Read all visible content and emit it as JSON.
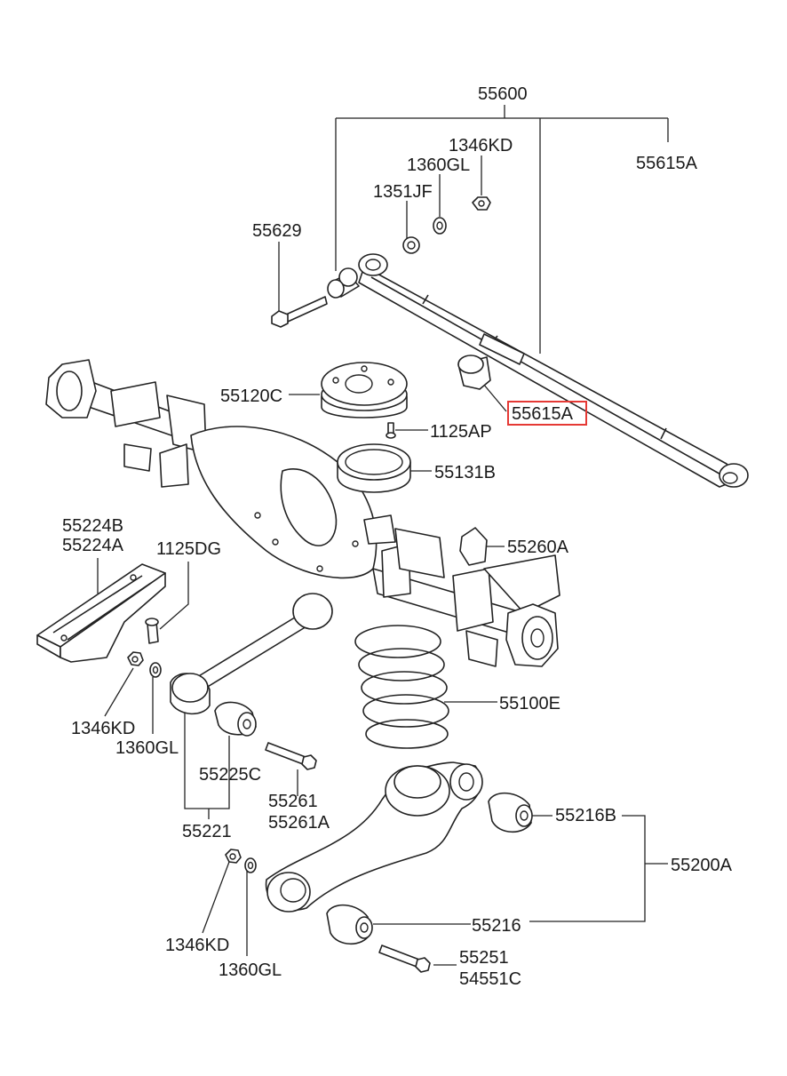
{
  "labels": {
    "assy_55600": "55600",
    "lateral_rod_top": "55615A",
    "nut_top": "1346KD",
    "washer_top": "1360GL",
    "washer_1351": "1351JF",
    "bolt_55629": "55629",
    "seat_55120c": "55120C",
    "bumper_55615a": "55615A",
    "screw_1125ap": "1125AP",
    "pad_55131b": "55131B",
    "bracket_55224b": "55224B",
    "bracket_55224a": "55224A",
    "bolt_1125dg": "1125DG",
    "bracket_55260a": "55260A",
    "nut_left": "1346KD",
    "washer_left": "1360GL",
    "spring_55100e": "55100E",
    "bush_55225c": "55225C",
    "bolt_55261": "55261",
    "bolt_55261a": "55261A",
    "arm_55221": "55221",
    "bush_55216b": "55216B",
    "arm_55200a": "55200A",
    "bush_55216": "55216",
    "nut_bottom": "1346KD",
    "washer_bottom": "1360GL",
    "bolt_55251": "55251",
    "bolt_54551c": "54551C"
  },
  "highlight": {
    "part": "55615A",
    "color": "#e53935"
  },
  "colors": {
    "line": "#222222",
    "background": "#ffffff"
  }
}
